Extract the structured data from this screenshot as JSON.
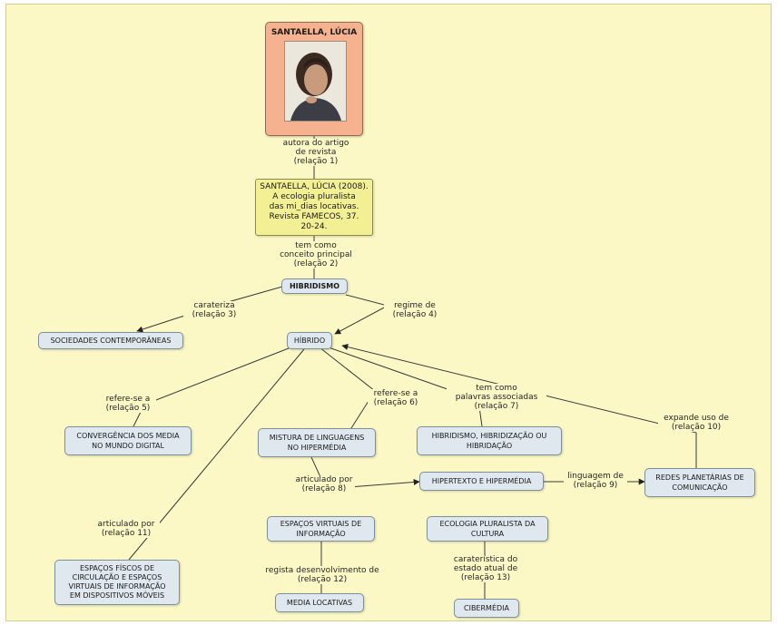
{
  "author": {
    "name": "SANTAELLA, LÚCIA"
  },
  "nodes": {
    "reference": "SANTAELLA, LÚCIA (2008).\nA ecologia pluralista\ndas mi_dias locativas.\nRevista FAMECOS, 37.\n20-24.",
    "hibridismo": "HIBRIDISMO",
    "sociedades": "SOCIEDADES CONTEMPORÂNEAS",
    "hibrido": "HÍBRIDO",
    "convergencia": "CONVERGÊNCIA DOS MEDIA\nNO MUNDO DIGITAL",
    "mistura": "MISTURA DE LINGUAGENS\nNO HIPERMÉDIA",
    "hibridismo_variantes": "HIBRIDISMO, HIBRIDIZAÇÃO OU\nHIBRIDAÇÃO",
    "hipertexto": "HIPERTEXTO E HIPERMÉDIA",
    "redes": "REDES PLANETÁRIAS DE\nCOMUNICAÇÃO",
    "espacos_virtuais": "ESPAÇOS VIRTUAIS DE\nINFORMAÇÃO",
    "ecologia": "ECOLOGIA PLURALISTA DA\nCULTURA",
    "espacos_fisicos": "ESPAÇOS FÍSCOS DE\nCIRCULAÇÃO E ESPAÇOS\nVIRTUAIS DE INFORMAÇÃO\nEM DISPOSITIVOS MÓVEIS",
    "media_locativas": "MEDIA LOCATIVAS",
    "cibermedia": "CIBERMÉDIA"
  },
  "links": {
    "r1": "autora do artigo\nde revista\n(relação 1)",
    "r2": "tem como\nconceito principal\n(relação 2)",
    "r3": "carateriza\n(relação 3)",
    "r4": "regime de\n(relação 4)",
    "r5": "refere-se a\n(relação 5)",
    "r6": "refere-se a\n(relação 6)",
    "r7": "tem como\npalavras associadas\n(relação 7)",
    "r10": "expande uso de\n(relação 10)",
    "r8": "articulado por\n(relação 8)",
    "r9": "linguagem de\n(relação 9)",
    "r11": "articulado por\n(relação 11)",
    "r12": "regista desenvolvimento de\n(relação 12)",
    "r13": "caraterística do\nestado atual de\n(relação 13)"
  },
  "colors": {
    "background": "#fbf8c6",
    "author_node": "#f6b28e",
    "reference_node": "#f3ef95",
    "concept_node": "#dfe8ee",
    "line": "#3a3a3a"
  }
}
